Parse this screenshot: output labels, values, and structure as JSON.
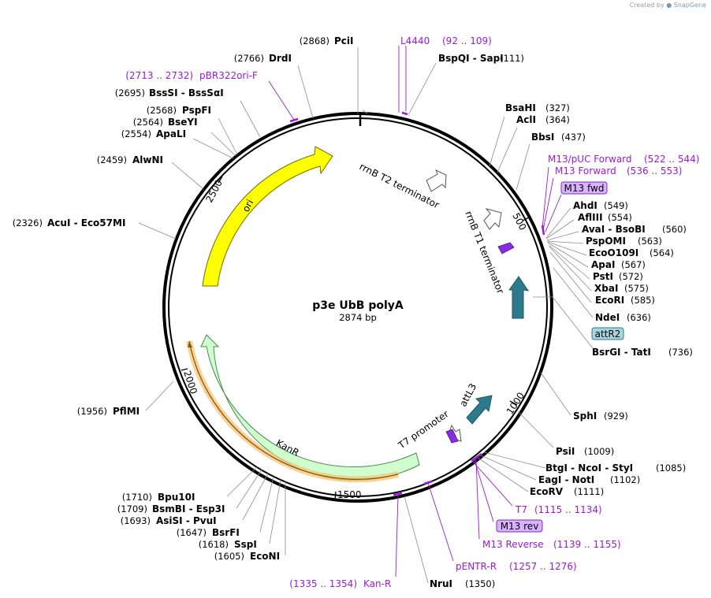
{
  "watermark": {
    "prefix": "Created by",
    "brand": "SnapGene"
  },
  "plasmid": {
    "name": "p3e UbB polyA",
    "length_label": "2874 bp",
    "length": 2874
  },
  "ticks": [
    {
      "pos": 500,
      "label": "500"
    },
    {
      "pos": 1000,
      "label": "1000"
    },
    {
      "pos": 1500,
      "label": "1500"
    },
    {
      "pos": 2000,
      "label": "2000"
    },
    {
      "pos": 2500,
      "label": "2500"
    }
  ],
  "features": [
    {
      "id": "ori",
      "label": "ori",
      "color": "#ffff00",
      "stroke": "#6d6d00"
    },
    {
      "id": "rrnb-t2",
      "label": "rrnB T2 terminator",
      "color": "#ffffff",
      "stroke": "#555555"
    },
    {
      "id": "rrnb-t1",
      "label": "rrnB T1 terminator",
      "color": "#ffffff",
      "stroke": "#555555"
    },
    {
      "id": "attr2",
      "label": "attR2",
      "color": "#2c7a8c",
      "stroke": "#1f5866"
    },
    {
      "id": "attl3",
      "label": "attL3",
      "color": "#2c7a8c",
      "stroke": "#1f5866"
    },
    {
      "id": "t7-promoter",
      "label": "T7 promoter",
      "color": "#ffffff",
      "stroke": "#555555"
    },
    {
      "id": "lac-op",
      "label": "",
      "color": "#8a2be2",
      "stroke": "#4b1480"
    },
    {
      "id": "kanr",
      "label": "KanR",
      "color": "#cfffcf",
      "stroke": "#4a8a4a"
    }
  ],
  "sites": [
    {
      "name": "PciI",
      "pos": "(2868)"
    },
    {
      "name": "DrdI",
      "pos": "(2766)"
    },
    {
      "name": "BssSI  -  BssSαI",
      "pos": "(2695)"
    },
    {
      "name": "PspFI",
      "pos": "(2568)"
    },
    {
      "name": "BseYI",
      "pos": "(2564)"
    },
    {
      "name": "ApaLI",
      "pos": "(2554)"
    },
    {
      "name": "AlwNI",
      "pos": "(2459)"
    },
    {
      "name": "AcuI  -  Eco57MI",
      "pos": "(2326)"
    },
    {
      "name": "PflMI",
      "pos": "(1956)"
    },
    {
      "name": "Bpu10I",
      "pos": "(1710)"
    },
    {
      "name": "BsmBI  -  Esp3I",
      "pos": "(1709)"
    },
    {
      "name": "AsiSI  -  PvuI",
      "pos": "(1693)"
    },
    {
      "name": "BsrFI",
      "pos": "(1647)"
    },
    {
      "name": "SspI",
      "pos": "(1618)"
    },
    {
      "name": "EcoNI",
      "pos": "(1605)"
    },
    {
      "name": "NruI",
      "pos": "(1350)"
    },
    {
      "name": "BspQI  -  SapI",
      "pos": "(111)"
    },
    {
      "name": "BsaHI",
      "pos": "(327)"
    },
    {
      "name": "AclI",
      "pos": "(364)"
    },
    {
      "name": "BbsI",
      "pos": "(437)"
    },
    {
      "name": "AhdI",
      "pos": "(549)"
    },
    {
      "name": "AflIII",
      "pos": "(554)"
    },
    {
      "name": "AvaI  -  BsoBI",
      "pos": "(560)"
    },
    {
      "name": "PspOMI",
      "pos": "(563)"
    },
    {
      "name": "EcoO109I",
      "pos": "(564)"
    },
    {
      "name": "ApaI",
      "pos": "(567)"
    },
    {
      "name": "PstI",
      "pos": "(572)"
    },
    {
      "name": "XbaI",
      "pos": "(575)"
    },
    {
      "name": "EcoRI",
      "pos": "(585)"
    },
    {
      "name": "NdeI",
      "pos": "(636)"
    },
    {
      "name": "BsrGI  -  TatI",
      "pos": "(736)"
    },
    {
      "name": "SphI",
      "pos": "(929)"
    },
    {
      "name": "PsiI",
      "pos": "(1009)"
    },
    {
      "name": "BtgI  -  NcoI  -  StyI",
      "pos": "(1085)"
    },
    {
      "name": "EagI  -  NotI",
      "pos": "(1102)"
    },
    {
      "name": "EcoRV",
      "pos": "(1111)"
    }
  ],
  "primers": [
    {
      "name": "L4440",
      "range": "(92 .. 109)"
    },
    {
      "name": "pBR322ori-F",
      "range": "(2713 .. 2732)"
    },
    {
      "name": "M13/pUC Forward",
      "range": "(522 .. 544)"
    },
    {
      "name": "M13 Forward",
      "range": "(536 .. 553)"
    },
    {
      "name": "T7",
      "range": "(1115 .. 1134)"
    },
    {
      "name": "M13 Reverse",
      "range": "(1139 .. 1155)"
    },
    {
      "name": "pENTR-R",
      "range": "(1257 .. 1276)"
    },
    {
      "name": "Kan-R",
      "range": "(1335 .. 1354)"
    }
  ],
  "boxed": [
    {
      "id": "m13fwd",
      "label": "M13 fwd",
      "color": "#d9b3ff",
      "stroke": "#7a2db8"
    },
    {
      "id": "attr2-box",
      "label": "attR2",
      "color": "#a8d4e0",
      "stroke": "#2c7a8c"
    },
    {
      "id": "m13rev",
      "label": "M13 rev",
      "color": "#d9b3ff",
      "stroke": "#7a2db8"
    }
  ]
}
